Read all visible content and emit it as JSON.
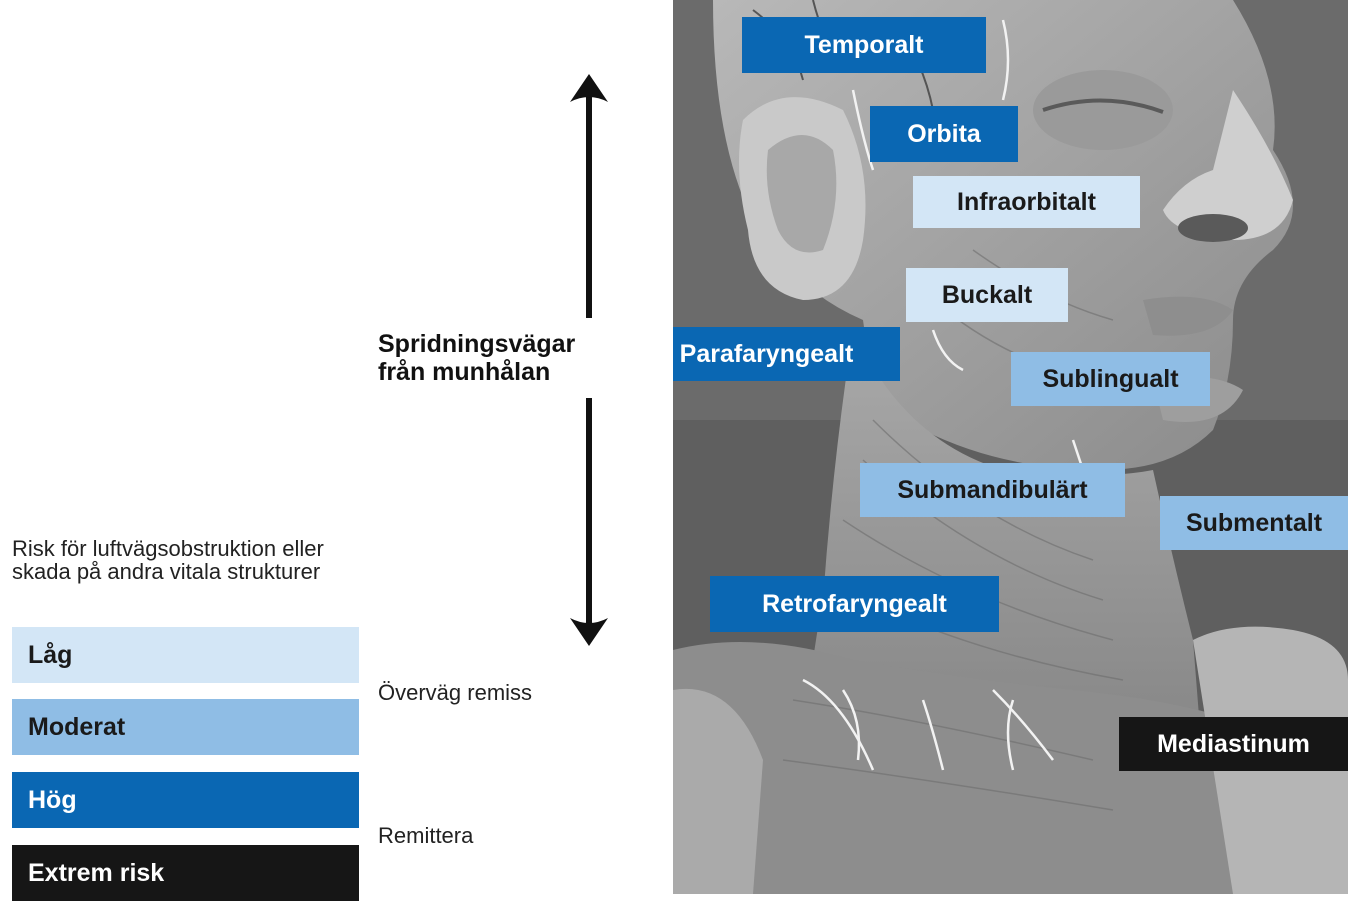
{
  "center_label": {
    "line1": "Spridningsvägar",
    "line2": "från munhålan"
  },
  "legend": {
    "title": "Risk för luftvägsobstruktion eller skada på andra vitala strukturer",
    "levels": [
      {
        "label": "Låg",
        "color": "#d3e6f6"
      },
      {
        "label": "Moderat",
        "color": "#8fbde5"
      },
      {
        "label": "Hög",
        "color": "#0a67b3"
      },
      {
        "label": "Extrem risk",
        "color": "#161616"
      }
    ],
    "note_consider": "Överväg remiss",
    "note_refer": "Remittera"
  },
  "regions": {
    "temporalt": "Temporalt",
    "orbita": "Orbita",
    "infraorbitalt": "Infraorbitalt",
    "buckalt": "Buckalt",
    "parafaryngealt": "Parafaryngealt",
    "sublingualt": "Sublingualt",
    "submandibulart": "Submandibulärt",
    "submentalt": "Submentalt",
    "retrofaryngealt": "Retrofaryngealt",
    "mediastinum": "Mediastinum"
  },
  "image": {
    "description_icon": "anatomical-head-neck-muscle-model"
  }
}
